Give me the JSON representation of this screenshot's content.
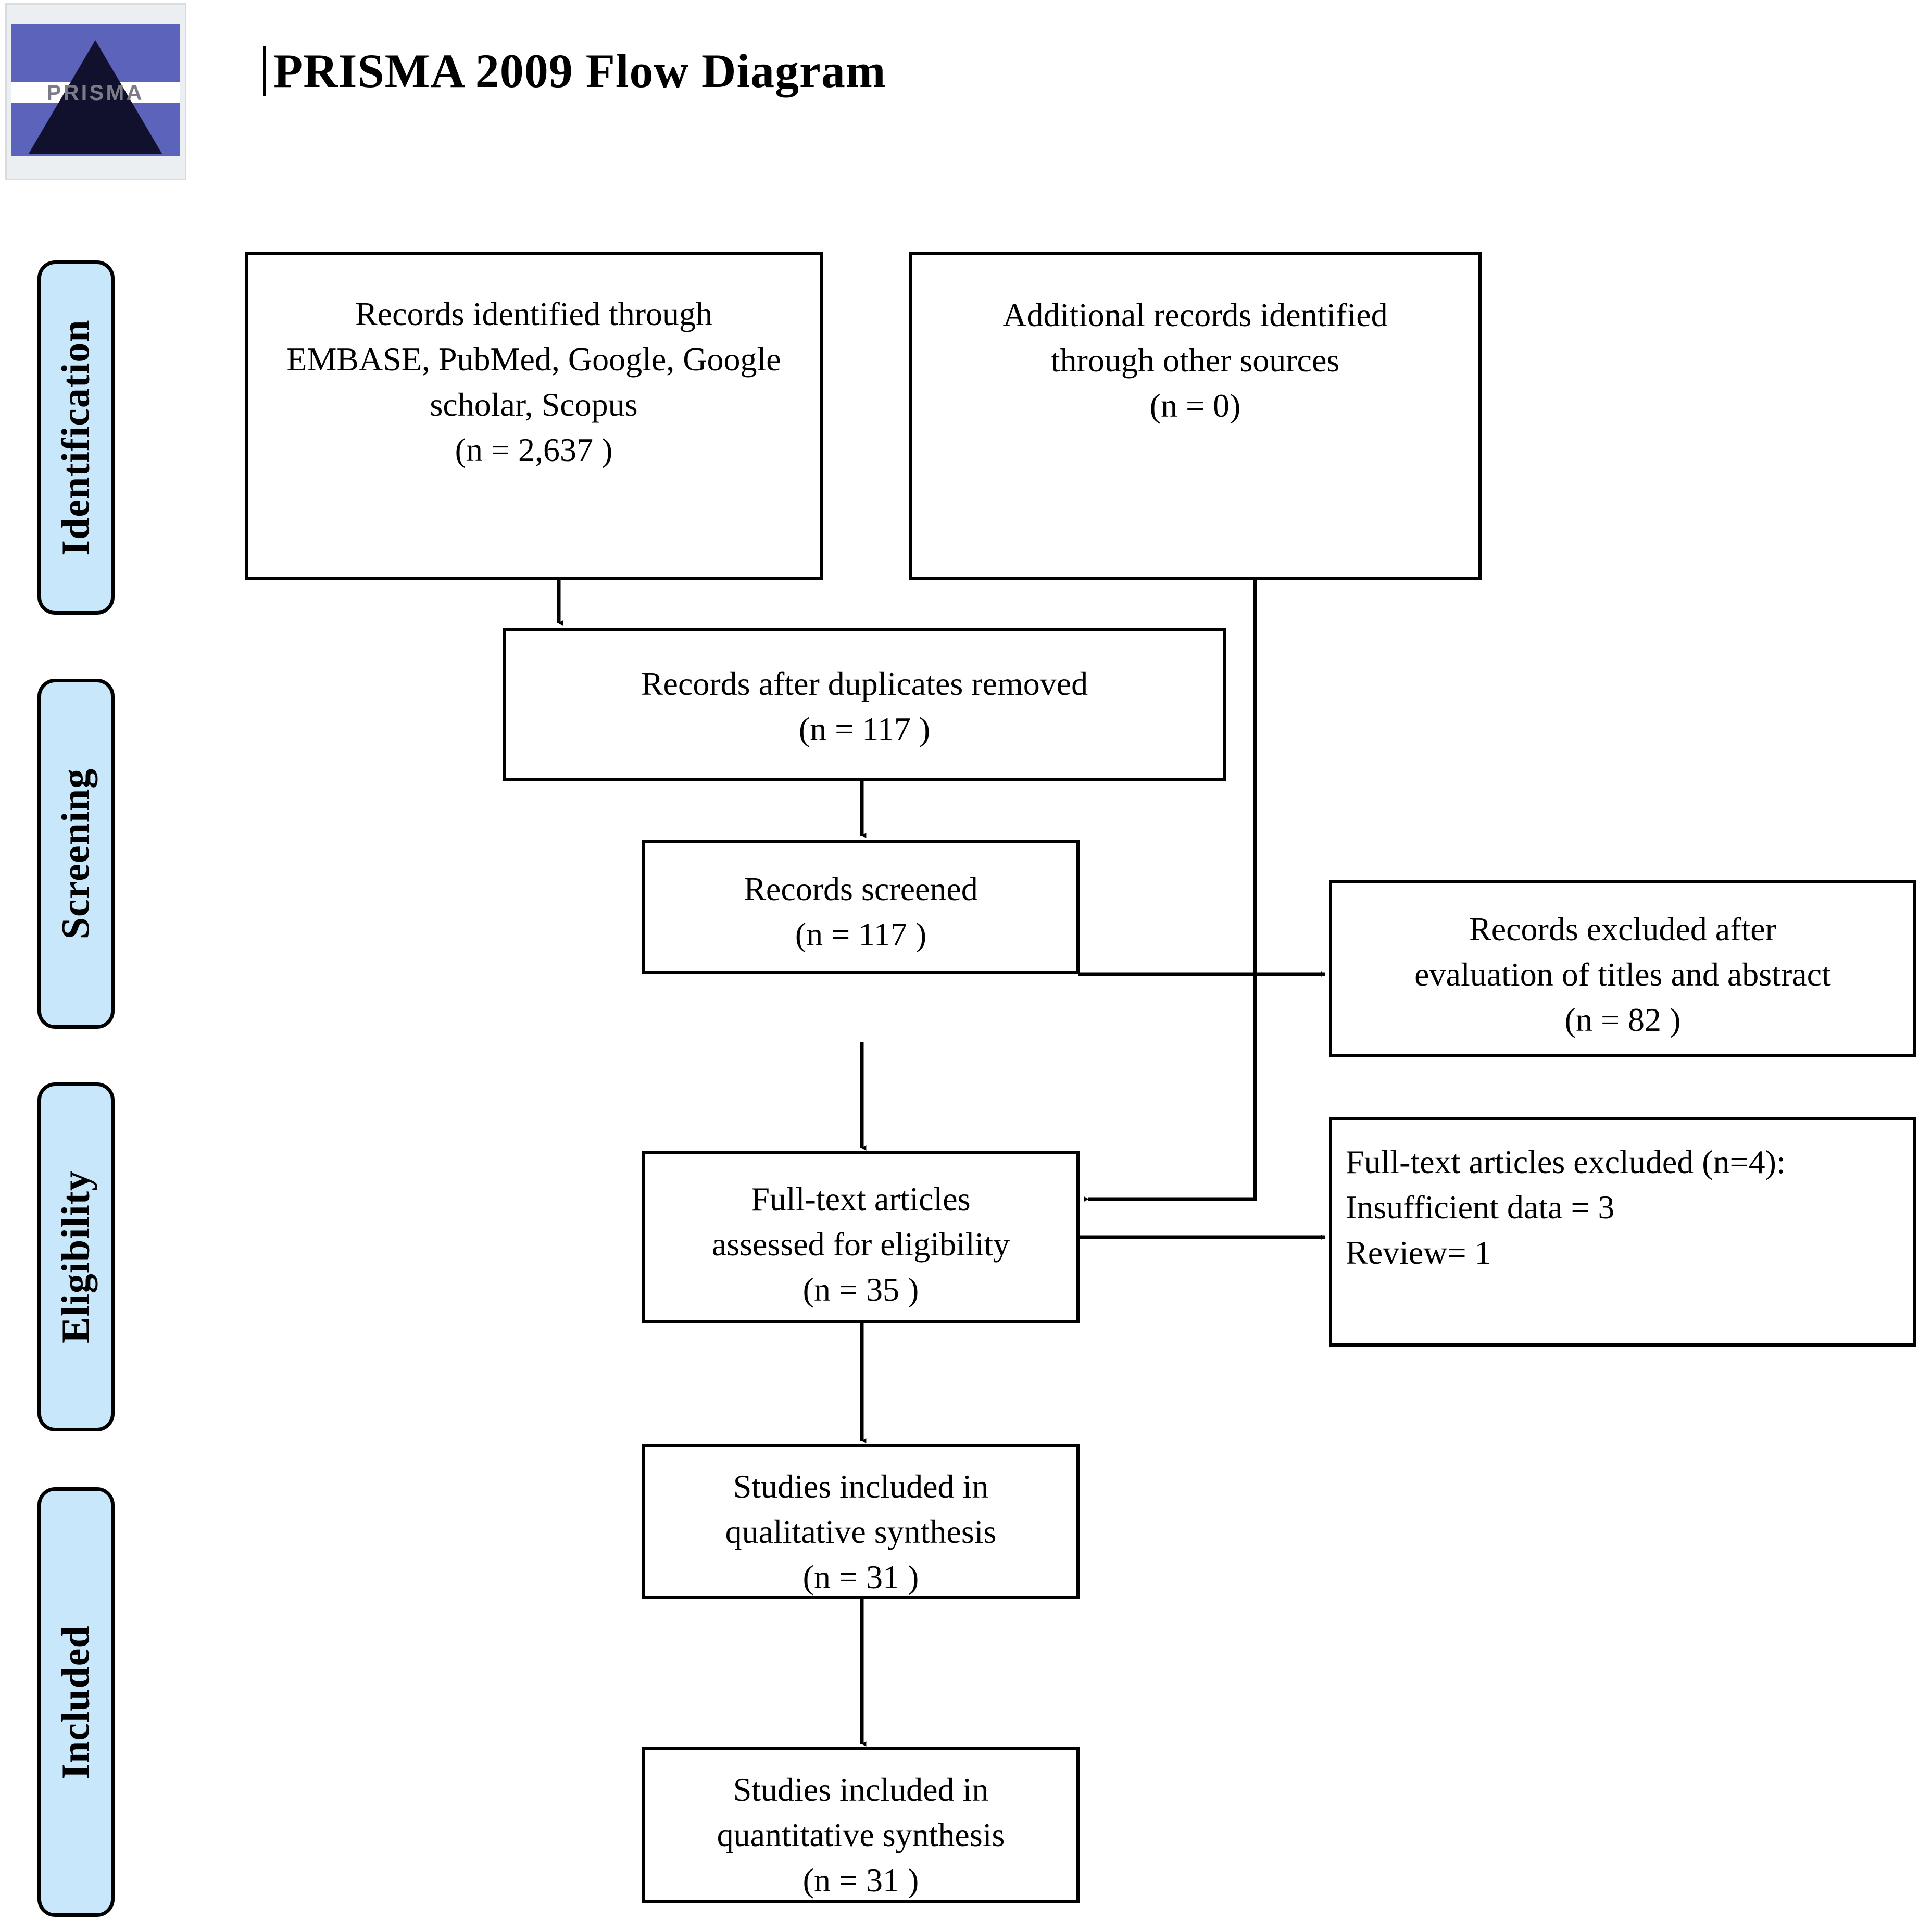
{
  "header": {
    "title": "PRISMA 2009 Flow Diagram",
    "logo_word": "PRISMA",
    "logo_alt": "prisma-pyramid-logo"
  },
  "stages": [
    {
      "id": "identification",
      "label": "Identification"
    },
    {
      "id": "screening",
      "label": "Screening"
    },
    {
      "id": "eligibility",
      "label": "Eligibility"
    },
    {
      "id": "included",
      "label": "Included"
    }
  ],
  "boxes": {
    "records_identified": {
      "lines": [
        "Records identified through",
        "EMBASE, PubMed, Google, Google",
        "scholar, Scopus",
        "(n = 2,637 )"
      ]
    },
    "additional_records": {
      "lines": [
        "Additional records identified",
        "through other sources",
        "(n = 0)"
      ]
    },
    "duplicates_removed": {
      "lines": [
        "Records after duplicates removed",
        "(n =  117 )"
      ]
    },
    "records_screened": {
      "lines": [
        "Records screened",
        "(n = 117 )"
      ]
    },
    "records_excluded": {
      "lines": [
        "Records excluded after",
        "evaluation of titles and abstract",
        "(n = 82  )"
      ]
    },
    "fulltext_assessed": {
      "lines": [
        "Full-text articles",
        "assessed for eligibility",
        "(n = 35 )"
      ]
    },
    "fulltext_excluded": {
      "lines": [
        "Full-text articles excluded (n=4):",
        "Insufficient data = 3",
        "Review= 1"
      ]
    },
    "qualitative_synthesis": {
      "lines": [
        "Studies included in",
        "qualitative synthesis",
        "(n = 31 )"
      ]
    },
    "quantitative_synthesis": {
      "lines": [
        "Studies included in",
        "quantitative synthesis",
        "(n = 31 )"
      ]
    }
  },
  "colors": {
    "stage_fill": "#c9e7fb",
    "stroke": "#000000",
    "page_background": "#ffffff",
    "logo_blue": "#5b63ba",
    "logo_dark": "#11112e"
  },
  "chart_data": {
    "type": "diagram",
    "title": "PRISMA 2009 Flow Diagram",
    "stages": [
      "Identification",
      "Screening",
      "Eligibility",
      "Included"
    ],
    "nodes": [
      {
        "id": "records_identified",
        "stage": "Identification",
        "label": "Records identified through EMBASE, PubMed, Google, Google scholar, Scopus",
        "n": 2637
      },
      {
        "id": "additional_records",
        "stage": "Identification",
        "label": "Additional records identified through other sources",
        "n": 0
      },
      {
        "id": "duplicates_removed",
        "stage": "Screening",
        "label": "Records after duplicates removed",
        "n": 117
      },
      {
        "id": "records_screened",
        "stage": "Screening",
        "label": "Records screened",
        "n": 117
      },
      {
        "id": "records_excluded",
        "stage": "Screening",
        "label": "Records excluded after evaluation of titles and abstract",
        "n": 82
      },
      {
        "id": "fulltext_assessed",
        "stage": "Eligibility",
        "label": "Full-text articles assessed for eligibility",
        "n": 35
      },
      {
        "id": "fulltext_excluded",
        "stage": "Eligibility",
        "label": "Full-text articles excluded",
        "n": 4,
        "reasons": [
          {
            "label": "Insufficient data",
            "n": 3
          },
          {
            "label": "Review",
            "n": 1
          }
        ]
      },
      {
        "id": "qualitative_synthesis",
        "stage": "Included",
        "label": "Studies included in qualitative synthesis",
        "n": 31
      },
      {
        "id": "quantitative_synthesis",
        "stage": "Included",
        "label": "Studies included in quantitative synthesis",
        "n": 31
      }
    ],
    "edges": [
      {
        "from": "records_identified",
        "to": "duplicates_removed"
      },
      {
        "from": "duplicates_removed",
        "to": "records_screened"
      },
      {
        "from": "records_screened",
        "to": "records_excluded"
      },
      {
        "from": "records_screened",
        "to": "fulltext_assessed"
      },
      {
        "from": "additional_records",
        "to": "fulltext_assessed"
      },
      {
        "from": "fulltext_assessed",
        "to": "fulltext_excluded"
      },
      {
        "from": "fulltext_assessed",
        "to": "qualitative_synthesis"
      },
      {
        "from": "qualitative_synthesis",
        "to": "quantitative_synthesis"
      }
    ]
  }
}
